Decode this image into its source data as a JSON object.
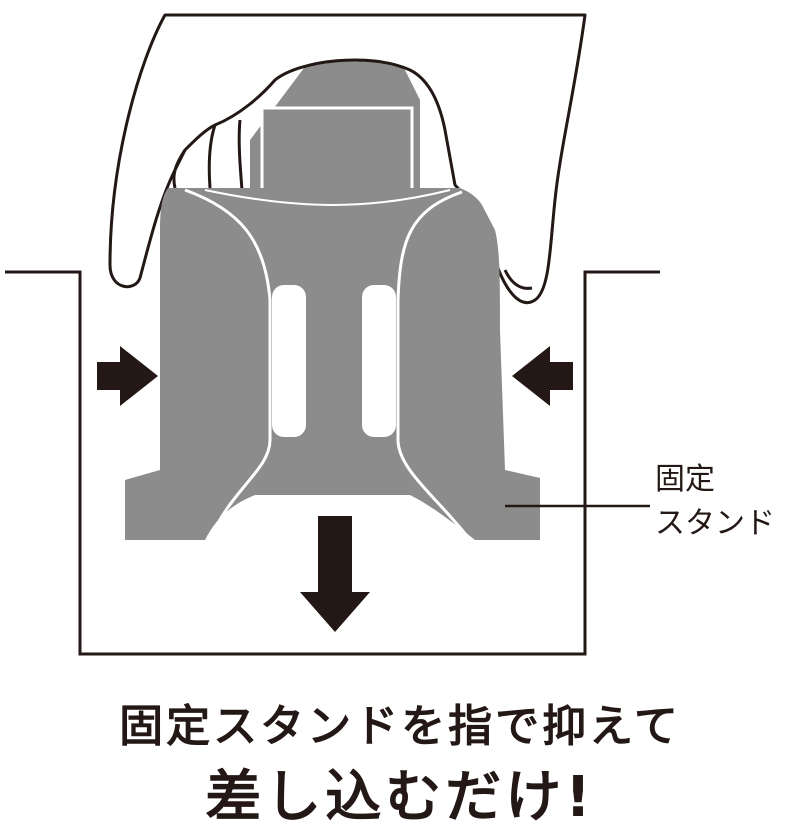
{
  "label": {
    "line1": "固定",
    "line2": "スタンド"
  },
  "caption": {
    "line1": "固定スタンドを指で抑えて",
    "line2": "差し込むだけ!"
  },
  "colors": {
    "stand": "#8c8c8c",
    "ink": "#231815",
    "highlight": "#fff36b"
  },
  "icons": {
    "left_arrow": "arrow-right-icon",
    "right_arrow": "arrow-left-icon",
    "down_arrow": "arrow-down-icon"
  }
}
